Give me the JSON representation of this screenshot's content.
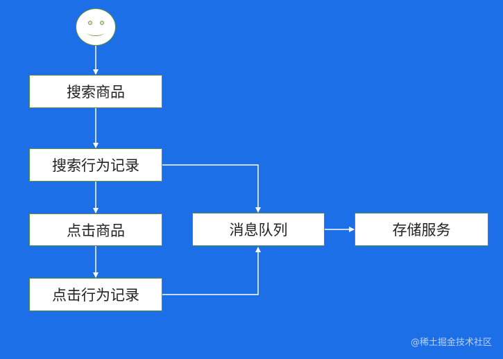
{
  "diagram": {
    "nodes": {
      "search_product": "搜索商品",
      "search_log": "搜索行为记录",
      "click_product": "点击商品",
      "click_log": "点击行为记录",
      "message_queue": "消息队列",
      "storage_service": "存储服务"
    },
    "watermark": "@稀土掘金技术社区"
  },
  "colors": {
    "background": "#1d6fe8",
    "node_fill": "#ffffff",
    "node_border": "#5b8f3a",
    "connector": "#ffffff"
  }
}
